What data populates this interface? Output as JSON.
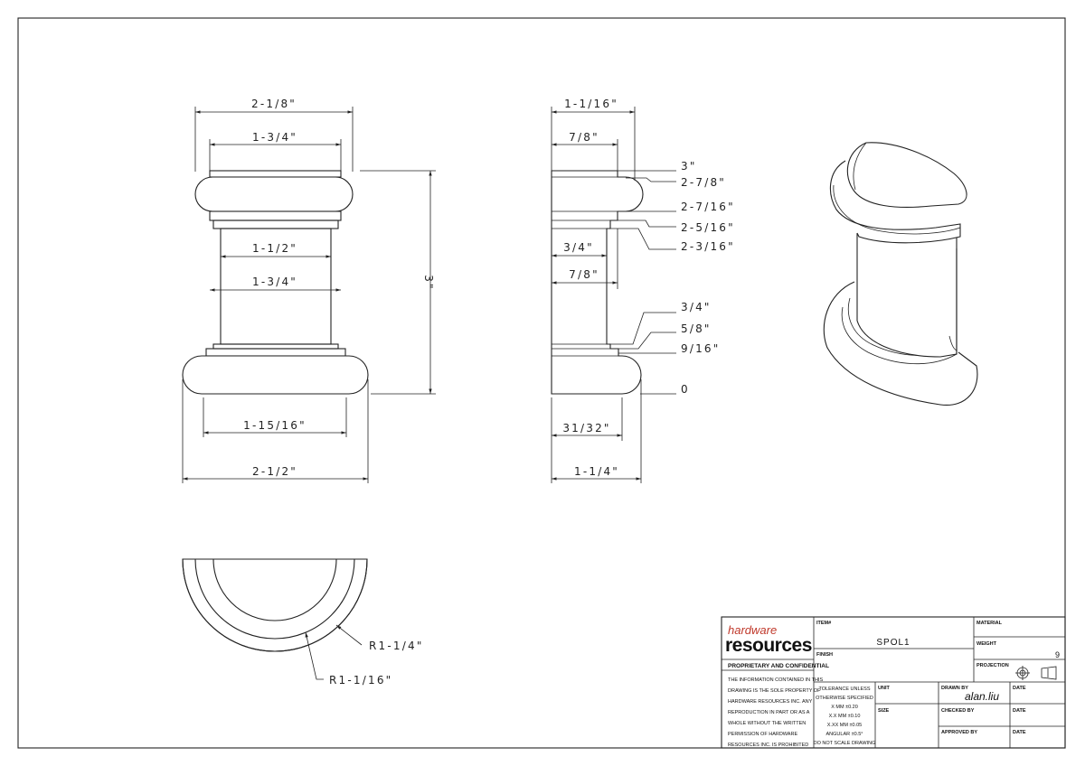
{
  "front_view": {
    "top_width": "2-1/8\"",
    "cap_width": "1-3/4\"",
    "shaft_width": "1-1/2\"",
    "shaft_width_lower": "1-3/4\"",
    "overall_height": "3\"",
    "base_inner_width": "1-15/16\"",
    "base_width": "2-1/2\""
  },
  "side_view": {
    "top_depth": "1-1/16\"",
    "cap_depth": "7/8\"",
    "shaft_depth": "3/4\"",
    "shaft_depth_lower": "7/8\"",
    "base_inner_depth": "31/32\"",
    "base_depth": "1-1/4\"",
    "heights": [
      "3\"",
      "2-7/8\"",
      "2-7/16\"",
      "2-5/16\"",
      "2-3/16\"",
      "3/4\"",
      "5/8\"",
      "9/16\"",
      "0"
    ]
  },
  "top_view": {
    "outer_radius": "R1-1/4\"",
    "inner_radius": "R1-1/16\""
  },
  "title_block": {
    "logo_top": "hardware",
    "logo_bottom": "resources",
    "proprietary_heading": "PROPRIETARY AND CONFIDENTIAL",
    "proprietary_lines": [
      "THE INFORMATION CONTAINED IN THIS",
      "DRAWING IS THE SOLE PROPERTY OF",
      "HARDWARE RESOURCES INC.  ANY",
      "REPRODUCTION IN PART OR AS A",
      "WHOLE  WITHOUT THE WRITTEN",
      "PERMISSION OF HARDWARE",
      "RESOURCES INC. IS PROHIBITED"
    ],
    "item_label": "ITEM#",
    "item_value": "SPOL1",
    "finish_label": "FINISH",
    "material_label": "MATERIAL",
    "weight_label": "WEIGHT",
    "weight_value": "9",
    "projection_label": "PROJECTION",
    "tolerance_lines": [
      "TOLERANCE UNLESS",
      "OTHERWISE SPECIFIED",
      "X   MM   ±0.20",
      "X.X  MM   ±0.10",
      "X.XX  MM  ±0.05",
      "ANGULAR   ±0.5°",
      "DO NOT SCALE DRAWING"
    ],
    "unit_label": "UNIT",
    "size_label": "SIZE",
    "drawn_by_label": "DRAWN BY",
    "drawn_by_value": "alan.liu",
    "checked_by_label": "CHECKED BY",
    "approved_by_label": "APPROVED BY",
    "date_label": "DATE"
  }
}
